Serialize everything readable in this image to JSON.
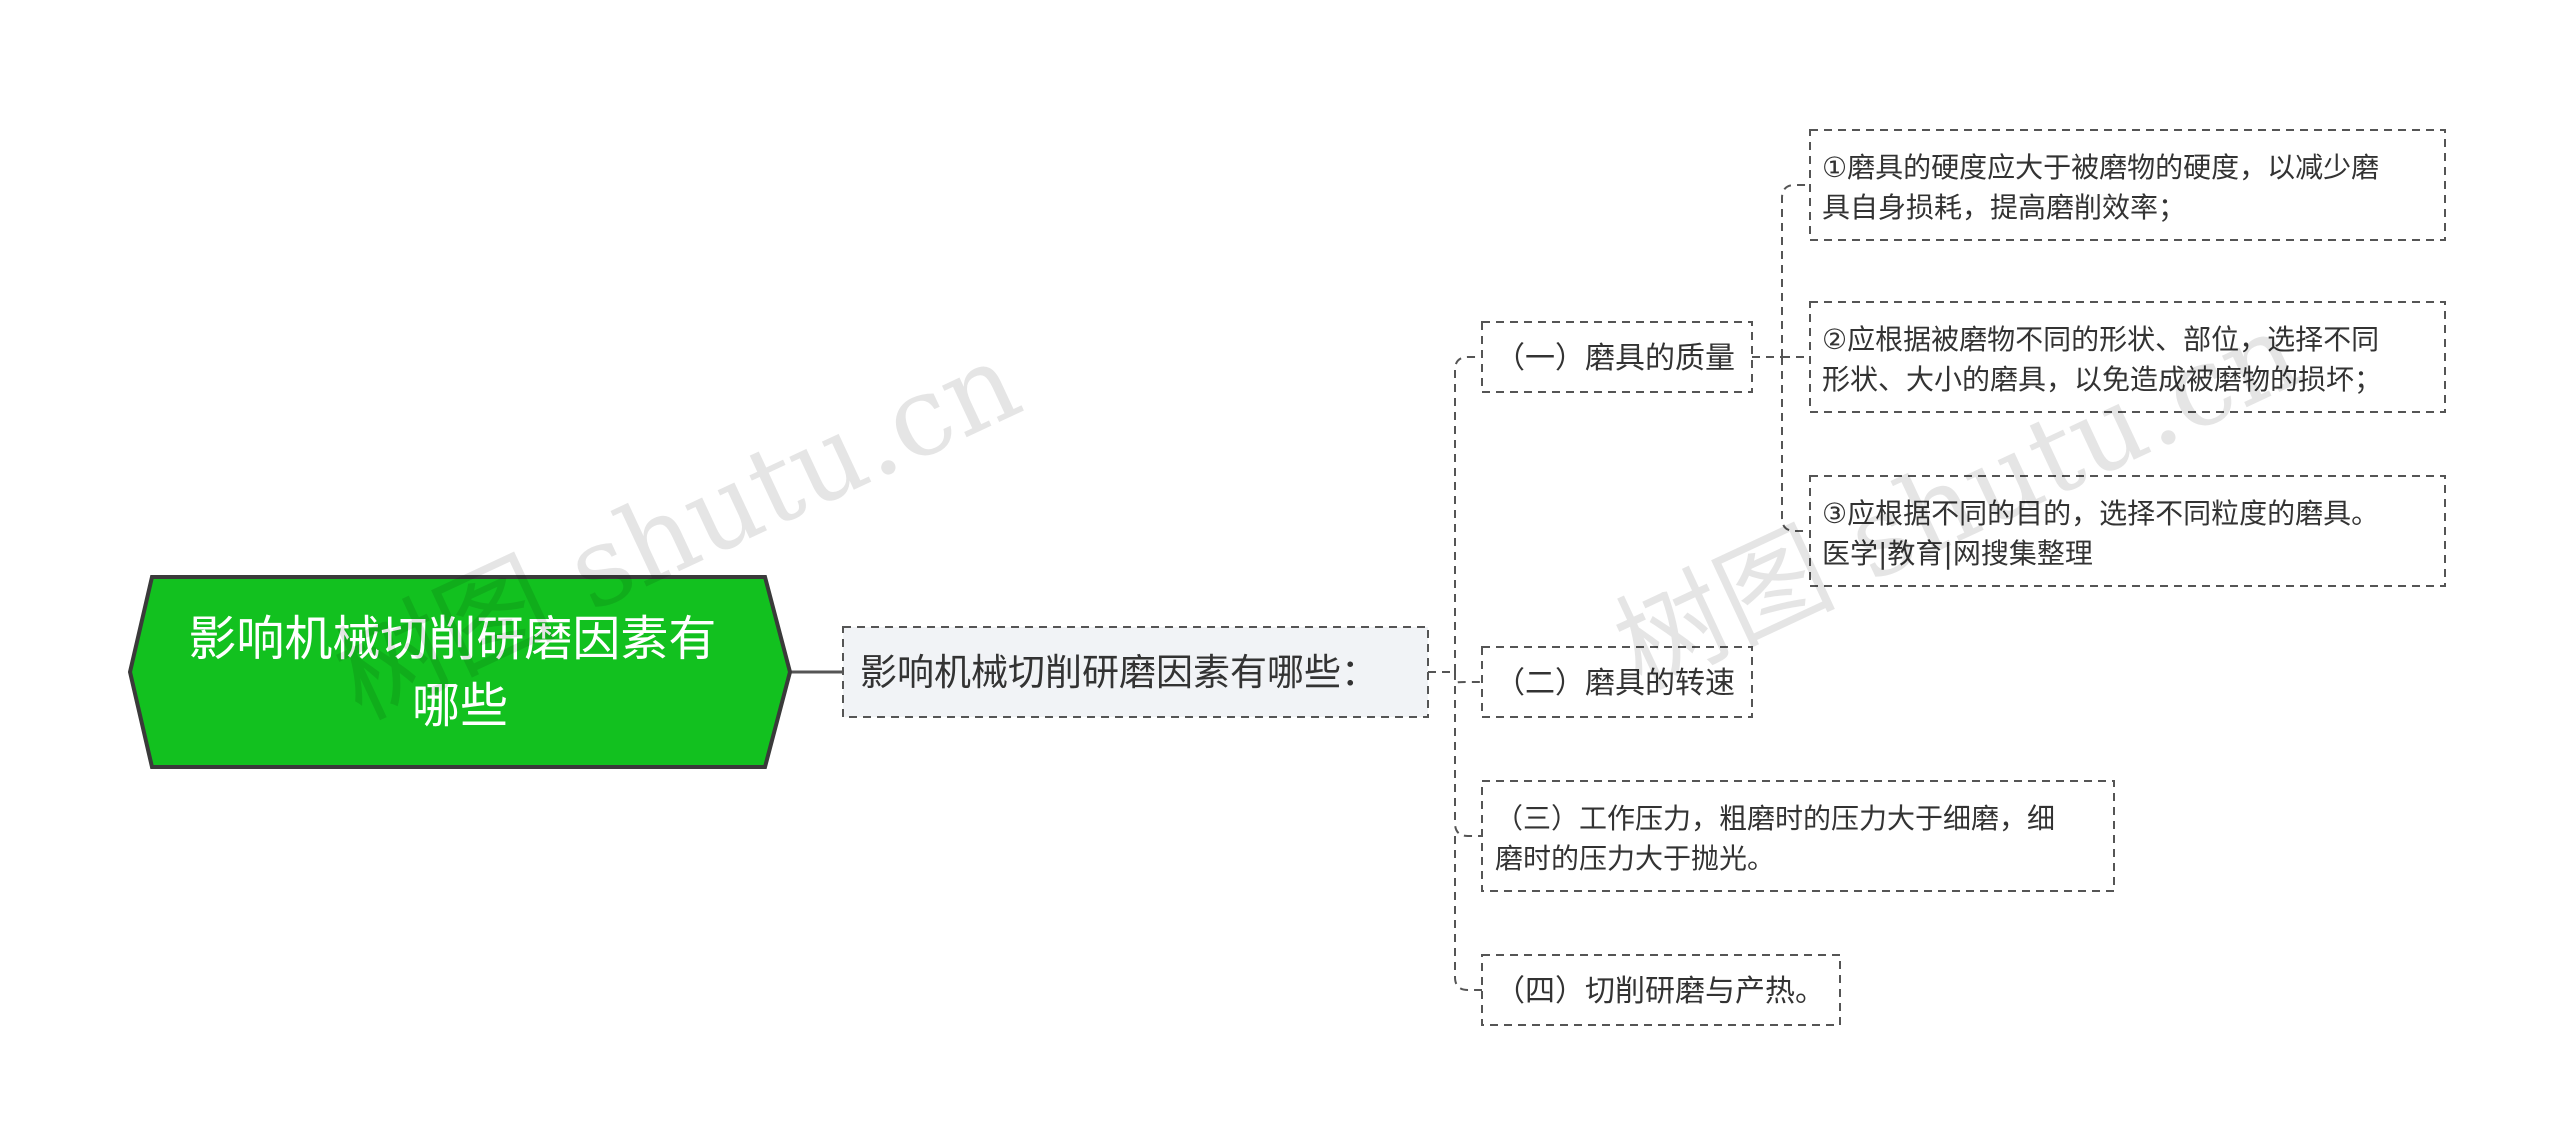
{
  "root": {
    "text": "影响机械切削研磨因素有哪些",
    "lines": [
      "影响机械切削研磨因素有",
      "哪些"
    ],
    "fill": "#12c11f",
    "stroke": "#3a3a3a"
  },
  "hub": {
    "text": "影响机械切削研磨因素有哪些：",
    "fill": "#f1f3f6",
    "stroke": "#555555"
  },
  "branches": [
    {
      "text": "（一）磨具的质量",
      "lines": [
        "（一）磨具的质量"
      ],
      "children": [
        {
          "text": "①磨具的硬度应大于被磨物的硬度，以减少磨具自身损耗，提高磨削效率；",
          "lines": [
            "①磨具的硬度应大于被磨物的硬度，以减少磨",
            "具自身损耗，提高磨削效率；"
          ]
        },
        {
          "text": "②应根据被磨物不同的形状、部位，选择不同形状、大小的磨具，以免造成被磨物的损坏；",
          "lines": [
            "②应根据被磨物不同的形状、部位，选择不同",
            "形状、大小的磨具，以免造成被磨物的损坏；"
          ]
        },
        {
          "text": "③应根据不同的目的，选择不同粒度的磨具。医学|教育|网搜集整理",
          "lines": [
            "③应根据不同的目的，选择不同粒度的磨具。",
            "医学|教育|网搜集整理"
          ]
        }
      ]
    },
    {
      "text": "（二）磨具的转速",
      "lines": [
        "（二）磨具的转速"
      ],
      "children": []
    },
    {
      "text": "（三）工作压力，粗磨时的压力大于细磨，细磨时的压力大于抛光。",
      "lines": [
        "（三）工作压力，粗磨时的压力大于细磨，细",
        "磨时的压力大于抛光。"
      ],
      "children": []
    },
    {
      "text": "（四）切削研磨与产热。",
      "lines": [
        "（四）切削研磨与产热。"
      ],
      "children": []
    }
  ],
  "style": {
    "line_color": "#555555",
    "text_color": "#333333",
    "watermark_color": "#000000"
  },
  "watermarks": [
    "树图 shutu.cn",
    "树图 shutu.cn"
  ]
}
